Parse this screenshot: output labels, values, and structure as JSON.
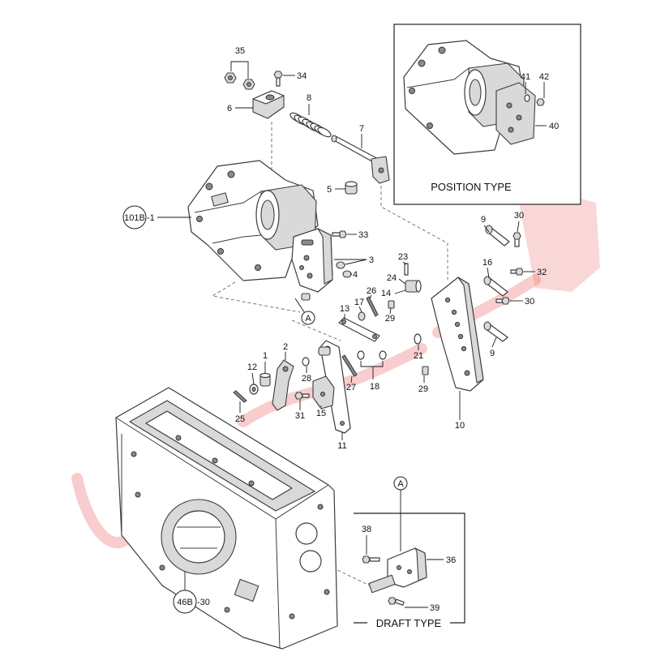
{
  "callouts": [
    "35",
    "34",
    "6",
    "8",
    "7",
    "5",
    "33",
    "3",
    "4",
    "9",
    "30",
    "23",
    "24",
    "16",
    "32",
    "26",
    "17",
    "14",
    "29",
    "30",
    "13",
    "21",
    "9",
    "1",
    "2",
    "12",
    "28",
    "18",
    "27",
    "29",
    "31",
    "15",
    "25",
    "10",
    "11",
    "41",
    "42",
    "40",
    "38",
    "36",
    "39"
  ],
  "references": [
    {
      "code": "101B",
      "suffix": "-1"
    },
    {
      "code": "46B",
      "suffix": "-30"
    }
  ],
  "section_marks": [
    "A",
    "A"
  ],
  "position_type": {
    "title": "POSITION TYPE"
  },
  "draft_type": {
    "title": "DRAFT TYPE"
  },
  "colors": {
    "line": "#3c3c3c",
    "watermark": "#e84a4a"
  }
}
